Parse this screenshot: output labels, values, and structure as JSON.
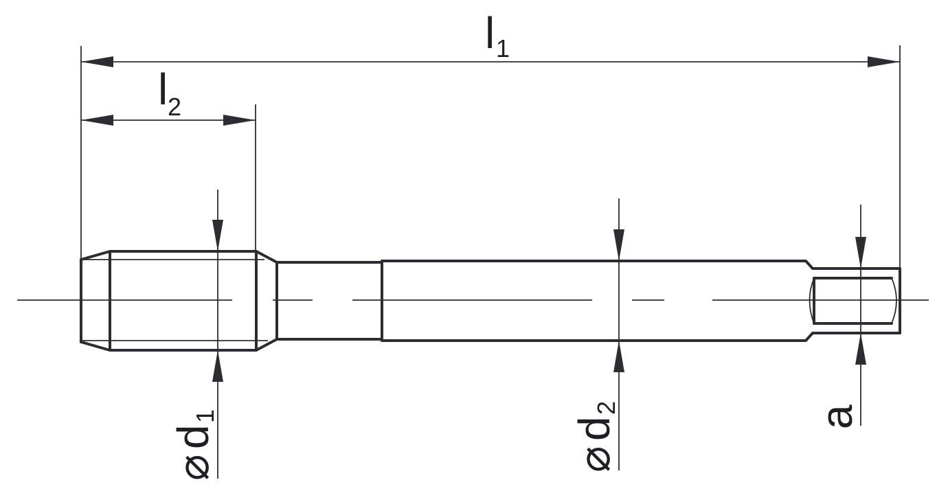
{
  "drawing": {
    "subject": "Machine tap technical drawing",
    "dimensions": {
      "l1": {
        "symbol": "l",
        "subscript": "1"
      },
      "l2": {
        "symbol": "l",
        "subscript": "2"
      },
      "d1": {
        "prefix": "⌀",
        "symbol": "d",
        "subscript": "1"
      },
      "d2": {
        "prefix": "⌀",
        "symbol": "d",
        "subscript": "2"
      },
      "a": {
        "symbol": "a"
      }
    },
    "colors": {
      "line": "#2b2d33",
      "background": "#ffffff"
    }
  }
}
